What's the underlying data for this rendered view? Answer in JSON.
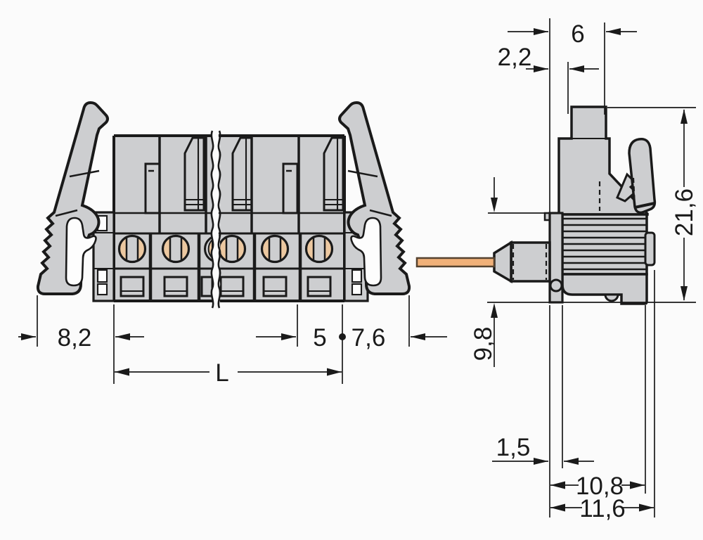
{
  "views": {
    "front": {
      "dimensions": {
        "left_flange": "8,2",
        "pole_pitch": "5",
        "right_flange": "7,6",
        "total_length": "L"
      }
    },
    "side": {
      "dimensions": {
        "face_to_tower_front": "2,2",
        "face_to_tower_back": "6",
        "total_height": "21,6",
        "face_height": "9,8",
        "face_plate_thickness": "1,5",
        "housing_depth": "10,8",
        "total_depth": "11,6"
      }
    }
  },
  "colors": {
    "background": "#fbfbfb",
    "outline": "#1a1a1a",
    "housing_gray": "#cdced0",
    "pin_copper": "#f1b179",
    "pin_outline": "#55422f",
    "contact_copper": "#ecc8a0"
  }
}
